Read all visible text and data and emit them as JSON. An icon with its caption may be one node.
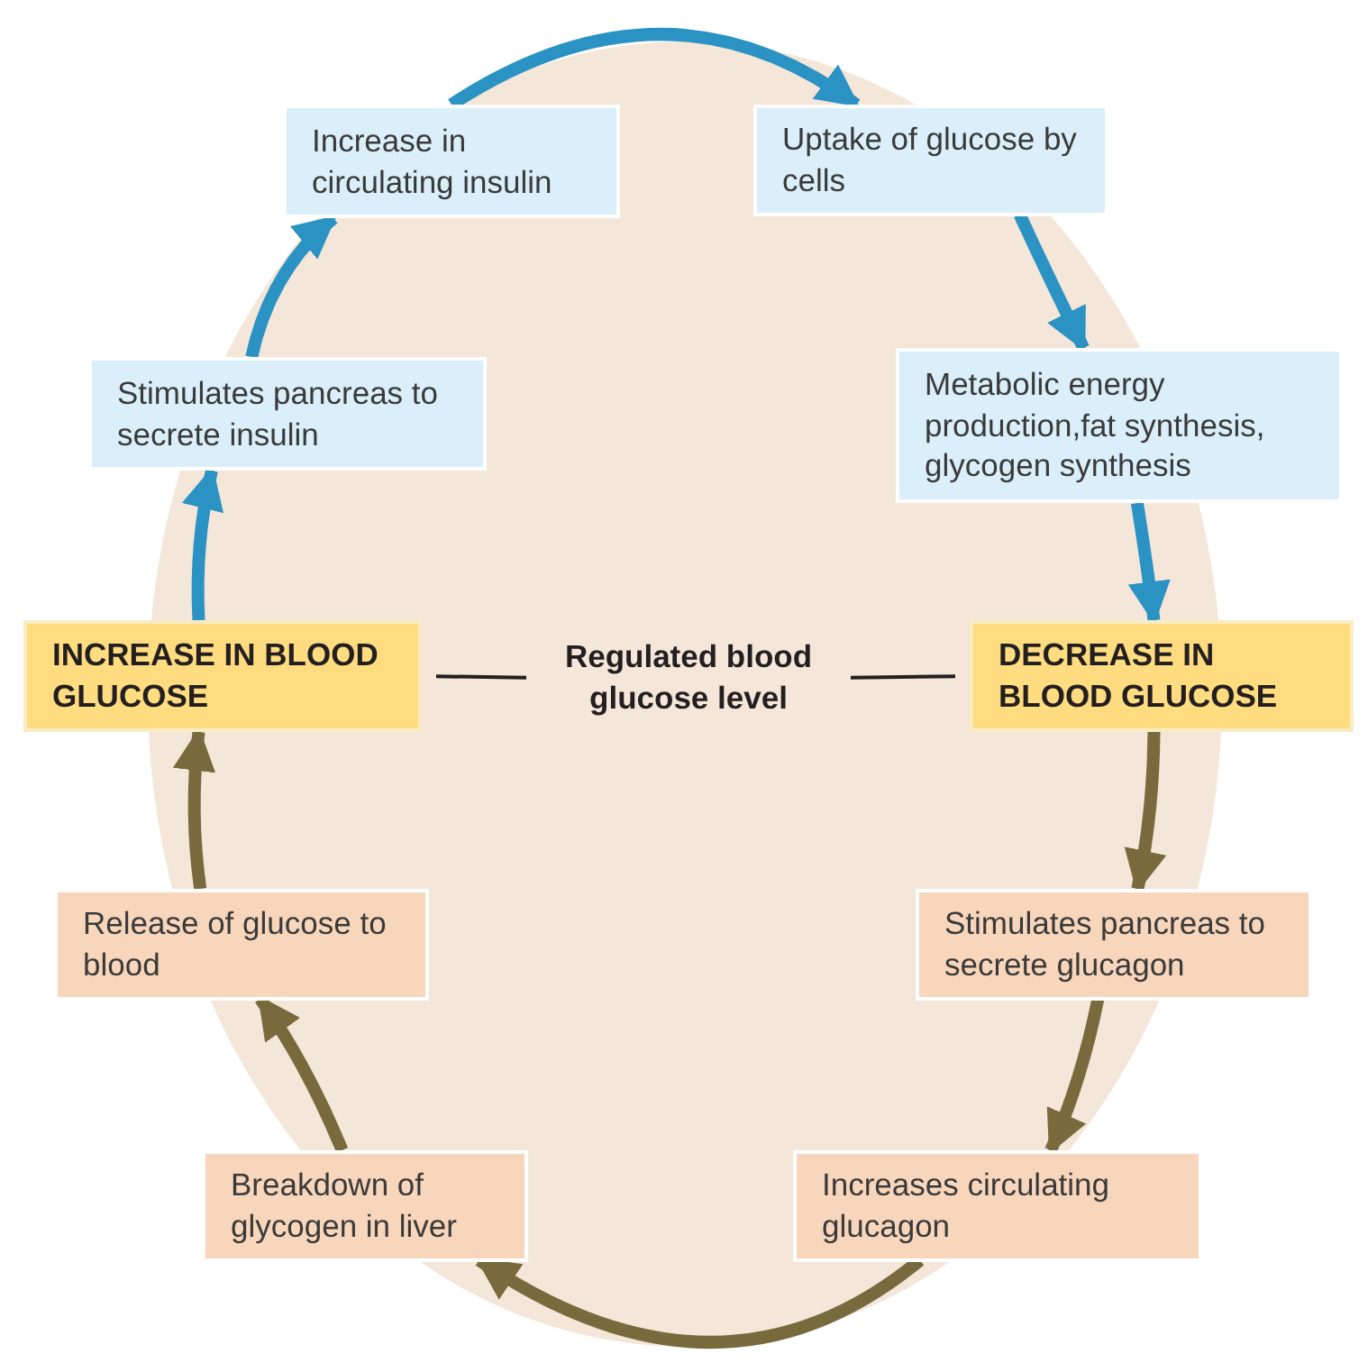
{
  "diagram": {
    "nodes": [
      {
        "text": [
          "INCREASE IN BLOOD GLUCOSE"
        ]
      },
      {
        "text": [
          "Stimulates pancreas to secrete insulin"
        ]
      },
      {
        "text": [
          "Increase in circulating insulin"
        ]
      },
      {
        "text": [
          "Uptake of glucose by cells"
        ]
      },
      {
        "text": [
          "Metabolic energy production,fat synthesis, glycogen synthesis"
        ]
      },
      {
        "text": [
          "DECREASE IN BLOOD GLUCOSE"
        ]
      },
      {
        "text": [
          "Stimulates pancreas to secrete glucagon"
        ]
      },
      {
        "text": [
          "Increases circulating glucagon"
        ]
      },
      {
        "text": [
          "Breakdown of glycogen in liver"
        ]
      },
      {
        "text": [
          "Release of glucose to blood"
        ]
      },
      {
        "text": [
          "Regulated blood glucose level"
        ]
      }
    ],
    "edges": [
      {
        "from": 0,
        "to": 1,
        "arrow": "to",
        "color": "#2b93c3"
      },
      {
        "from": 1,
        "to": 2,
        "arrow": "to",
        "color": "#2b93c3"
      },
      {
        "from": 2,
        "to": 3,
        "arrow": "to",
        "color": "#2b93c3"
      },
      {
        "from": 3,
        "to": 4,
        "arrow": "to",
        "color": "#2b93c3"
      },
      {
        "from": 4,
        "to": 5,
        "arrow": "to",
        "color": "#2b93c3"
      },
      {
        "from": 5,
        "to": 6,
        "arrow": "to",
        "color": "#776a3c"
      },
      {
        "from": 6,
        "to": 7,
        "arrow": "to",
        "color": "#776a3c"
      },
      {
        "from": 7,
        "to": 8,
        "arrow": "to",
        "color": "#776a3c"
      },
      {
        "from": 8,
        "to": 9,
        "arrow": "to",
        "color": "#776a3c"
      },
      {
        "from": 9,
        "to": 0,
        "arrow": "to",
        "color": "#776a3c"
      },
      {
        "from": 0,
        "to": 10,
        "arrow": "none",
        "color": "#231f20"
      },
      {
        "from": 10,
        "to": 5,
        "arrow": "none",
        "color": "#231f20"
      }
    ]
  }
}
